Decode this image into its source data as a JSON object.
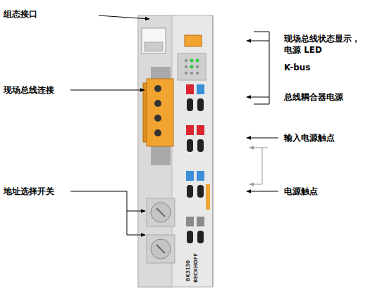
{
  "diagram": {
    "labels": [
      "组态接口",
      "现场总线状态显示， 电源 LED",
      "K-bus",
      "总线耦合器电源",
      "现场总线连接",
      "输入电源触点",
      "地址选择开关",
      "电源触点",
      "BK3150",
      "BECKHOFF"
    ]
  }
}
